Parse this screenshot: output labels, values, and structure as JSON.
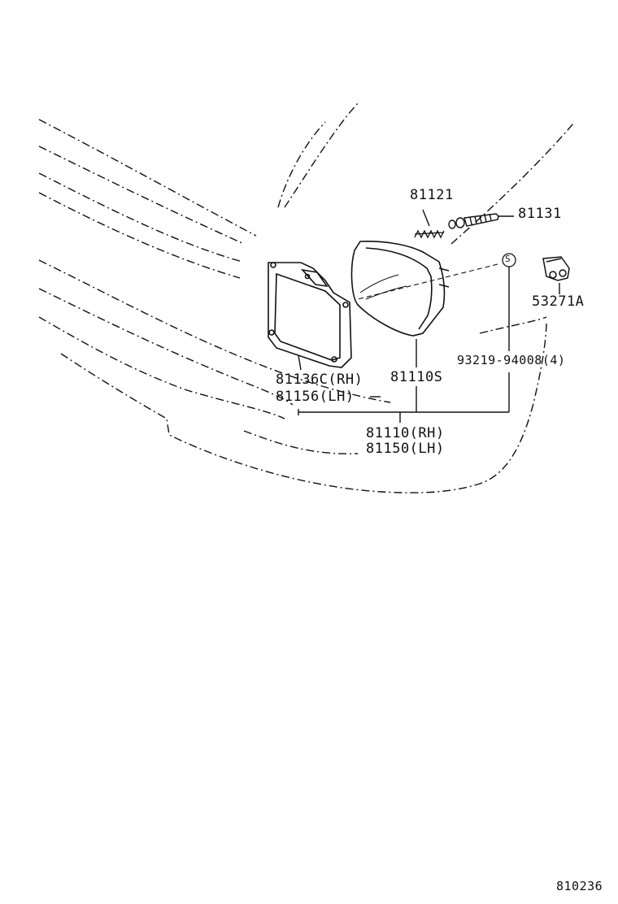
{
  "parts": {
    "p81121": "81121",
    "p81131": "81131",
    "p53271a": "53271A",
    "p93219": "93219-94008(4)",
    "p81136c": "81136C(RH)",
    "p81156": "81156(LH)",
    "p81110s": "81110S",
    "p81110": "81110(RH)",
    "p81150": "81150(LH)",
    "s_mark": "S"
  },
  "footer": {
    "diagram_code": "810236"
  },
  "colors": {
    "line": "#111111",
    "background": "#ffffff"
  }
}
